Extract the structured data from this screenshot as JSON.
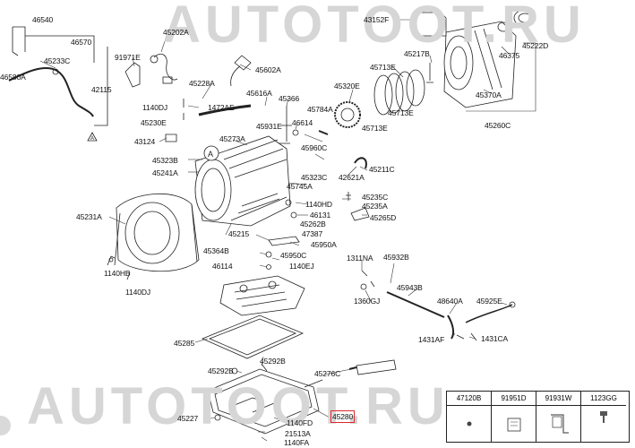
{
  "watermark": "AUTOTOOT.RU",
  "highlight_color": "#e0262b",
  "labels": {
    "p46540": "46540",
    "p46570": "46570",
    "p45233C": "45233C",
    "p46580A": "46580A",
    "p42115": "42115",
    "p91971E": "91971E",
    "p45202A": "45202A",
    "p45602A": "45602A",
    "p45228A": "45228A",
    "p1140DJ_a": "1140DJ",
    "p1472AE": "1472AE",
    "p45616A": "45616A",
    "p45366": "45366",
    "p45230E": "45230E",
    "p46614": "46614",
    "p45931E": "45931E",
    "p43124": "43124",
    "p45273A": "45273A",
    "p45323B": "45323B",
    "p45241A": "45241A",
    "p45231A": "45231A",
    "p43152F": "43152F",
    "p45217B": "45217B",
    "p45713E_a": "45713E",
    "p45320E": "45320E",
    "p45713E_b": "45713E",
    "p45713E_c": "45713E",
    "p45784A": "45784A",
    "p45960C": "45960C",
    "p45323C": "45323C",
    "p42621A": "42621A",
    "p45211C": "45211C",
    "p45745A": "45745A",
    "p1140HD": "1140HD",
    "p46131": "46131",
    "p45235C": "45235C",
    "p45235A": "45235A",
    "p45265D": "45265D",
    "p45262B": "45262B",
    "p47387": "47387",
    "p45215": "45215",
    "p45364B": "45364B",
    "p46114": "46114",
    "p45950A": "45950A",
    "p45950C": "45950C",
    "p1140EJ": "1140EJ",
    "p1140HB": "1140HB",
    "p1140DJ_b": "1140DJ",
    "p1311NA": "1311NA",
    "p45932B": "45932B",
    "p45943B": "45943B",
    "p1360GJ": "1360GJ",
    "p48640A": "48640A",
    "p45925E": "45925E",
    "p1431AF": "1431AF",
    "p1431CA": "1431CA",
    "p45285": "45285",
    "p45292B_a": "45292B",
    "p45292B_b": "45292B",
    "p45276C": "45276C",
    "p45227": "45227",
    "p1140FD": "1140FD",
    "p21513A": "21513A",
    "p1140FA": "1140FA",
    "p45280": "45280",
    "p45222D": "45222D",
    "p46375": "46375",
    "p45370A": "45370A",
    "p45260C": "45260C",
    "callout": "A"
  },
  "legend": [
    "47120B",
    "91951D",
    "91931W",
    "1123GG"
  ]
}
